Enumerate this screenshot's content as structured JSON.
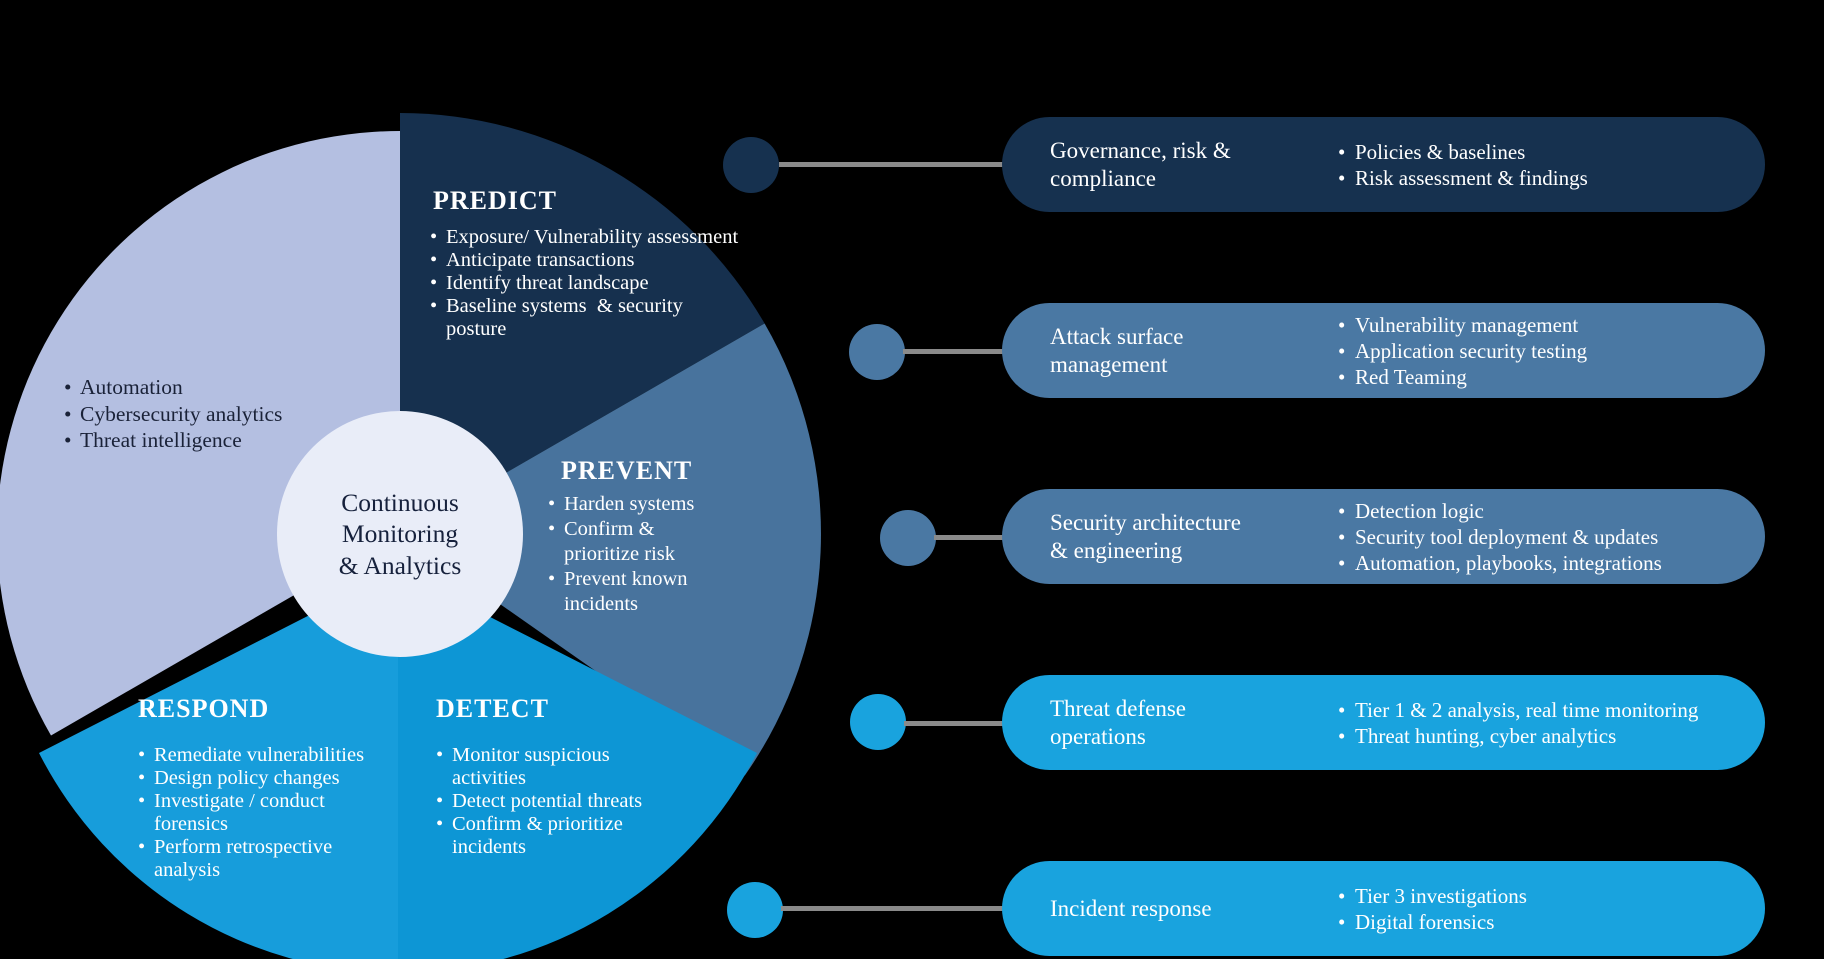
{
  "colors": {
    "background": "#000000",
    "predict_wedge": "#16304E",
    "prevent_wedge": "#48739D",
    "detect_wedge": "#0D96D5",
    "respond_wedge": "#179DDB",
    "lavender_wedge": "#B4BFE1",
    "center_circle": "#E9EDF8",
    "navy_pill": "#16314F",
    "steel_pill": "#4A78A3",
    "blue_pill": "#19A3DE",
    "connector_line": "#8A8A8A",
    "dark_text": "#16213C",
    "white_text": "#FFFFFF"
  },
  "wheel": {
    "center_label": "Continuous\nMonitoring\n& Analytics",
    "segments": {
      "predict": {
        "label": "PREDICT",
        "bullets": [
          "Exposure/ Vulnerability assessment",
          "Anticipate transactions",
          "Identify threat landscape",
          "Baseline systems  & security posture"
        ]
      },
      "prevent": {
        "label": "PREVENT",
        "bullets": [
          "Harden systems",
          "Confirm & prioritize risk",
          "Prevent known incidents"
        ]
      },
      "detect": {
        "label": "DETECT",
        "bullets": [
          "Monitor suspicious activities",
          "Detect potential threats",
          "Confirm & prioritize incidents"
        ]
      },
      "respond": {
        "label": "RESPOND",
        "bullets": [
          "Remediate vulnerabilities",
          "Design policy changes",
          "Investigate / conduct forensics",
          "Perform retrospective analysis"
        ]
      },
      "monitoring": {
        "bullets": [
          "Automation",
          "Cybersecurity analytics",
          "Threat intelligence"
        ]
      }
    }
  },
  "rows": [
    {
      "label": "Governance, risk  &\ncompliance",
      "bullets": [
        "Policies & baselines",
        "Risk assessment & findings"
      ]
    },
    {
      "label": "Attack surface\nmanagement",
      "bullets": [
        "Vulnerability management",
        "Application security testing",
        "Red Teaming"
      ]
    },
    {
      "label": "Security architecture\n& engineering",
      "bullets": [
        "Detection logic",
        "Security tool deployment & updates",
        "Automation, playbooks, integrations"
      ]
    },
    {
      "label": "Threat defense\noperations",
      "bullets": [
        "Tier 1 & 2 analysis, real time monitoring",
        "Threat hunting, cyber analytics"
      ]
    },
    {
      "label": "Incident response",
      "bullets": [
        "Tier 3 investigations",
        "Digital forensics"
      ]
    }
  ]
}
